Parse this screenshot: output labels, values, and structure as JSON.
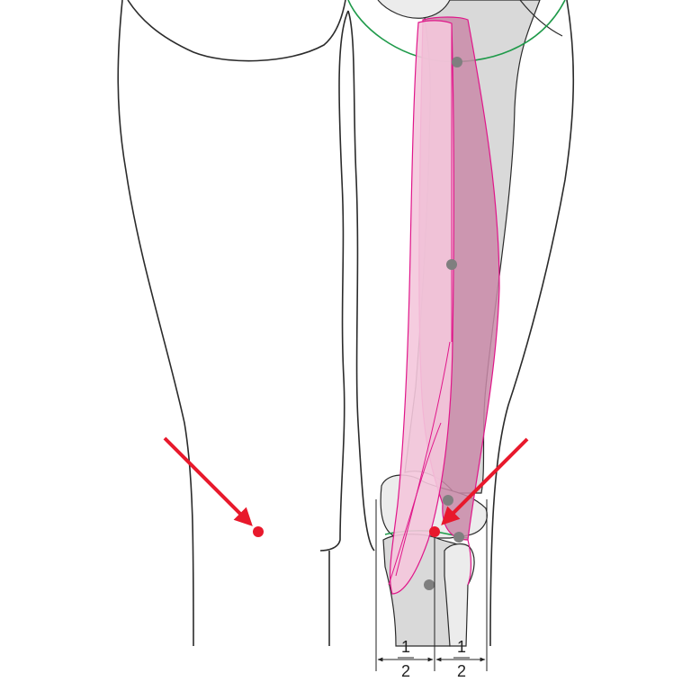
{
  "colors": {
    "outline": "#2b2b2b",
    "bone_fill": "#d9d9d9",
    "bone_light": "#ececec",
    "muscle_light": "#f4c6dc",
    "muscle_dark": "#c98aa8",
    "muscle_edge": "#e0168a",
    "landmark_gray": "#7f7f7f",
    "acupoint_red": "#e8192c",
    "joint_green": "#1f9a4a"
  },
  "measure": {
    "left": {
      "numerator": "1",
      "denominator": "2"
    },
    "right": {
      "numerator": "1",
      "denominator": "2"
    }
  }
}
